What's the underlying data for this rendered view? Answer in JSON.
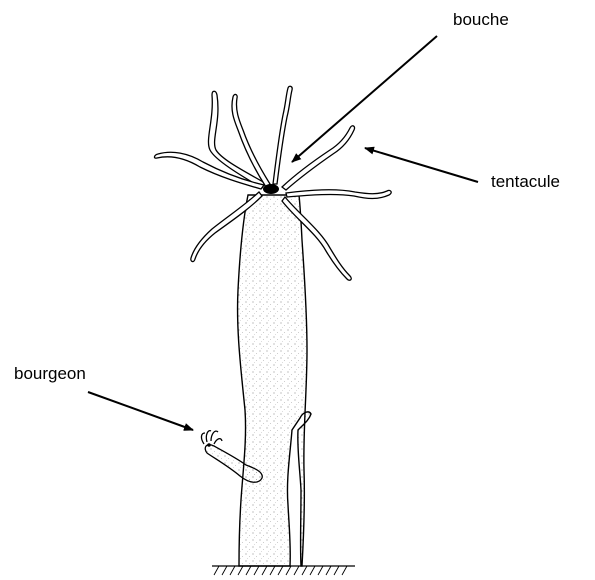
{
  "labels": {
    "mouth": "bouche",
    "tentacle": "tentacule",
    "bud": "bourgeon"
  },
  "colors": {
    "ink": "#000000",
    "background": "#ffffff"
  }
}
